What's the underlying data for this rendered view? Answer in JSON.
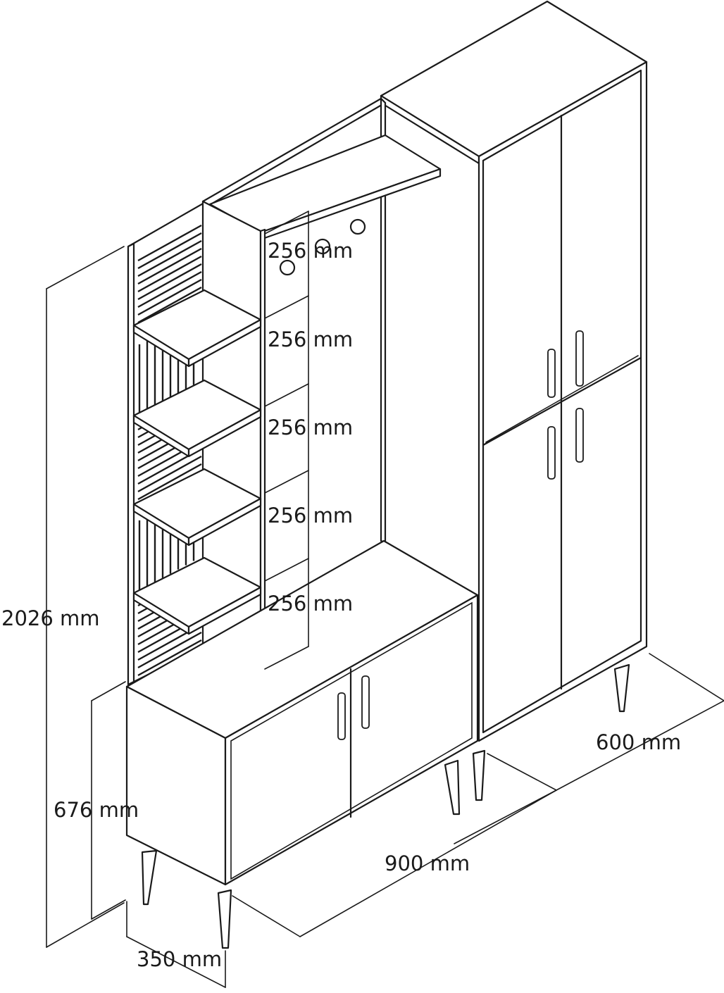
{
  "dimensions": {
    "total_height": "2026 mm",
    "cabinet_height": "676 mm",
    "depth": "350 mm",
    "base_width": "900 mm",
    "wardrobe_width": "600 mm",
    "shelf_spacings": [
      "256 mm",
      "256 mm",
      "256 mm",
      "256 mm",
      "256 mm"
    ]
  },
  "colors": {
    "line": "#1a1a1a",
    "background": "#ffffff"
  }
}
